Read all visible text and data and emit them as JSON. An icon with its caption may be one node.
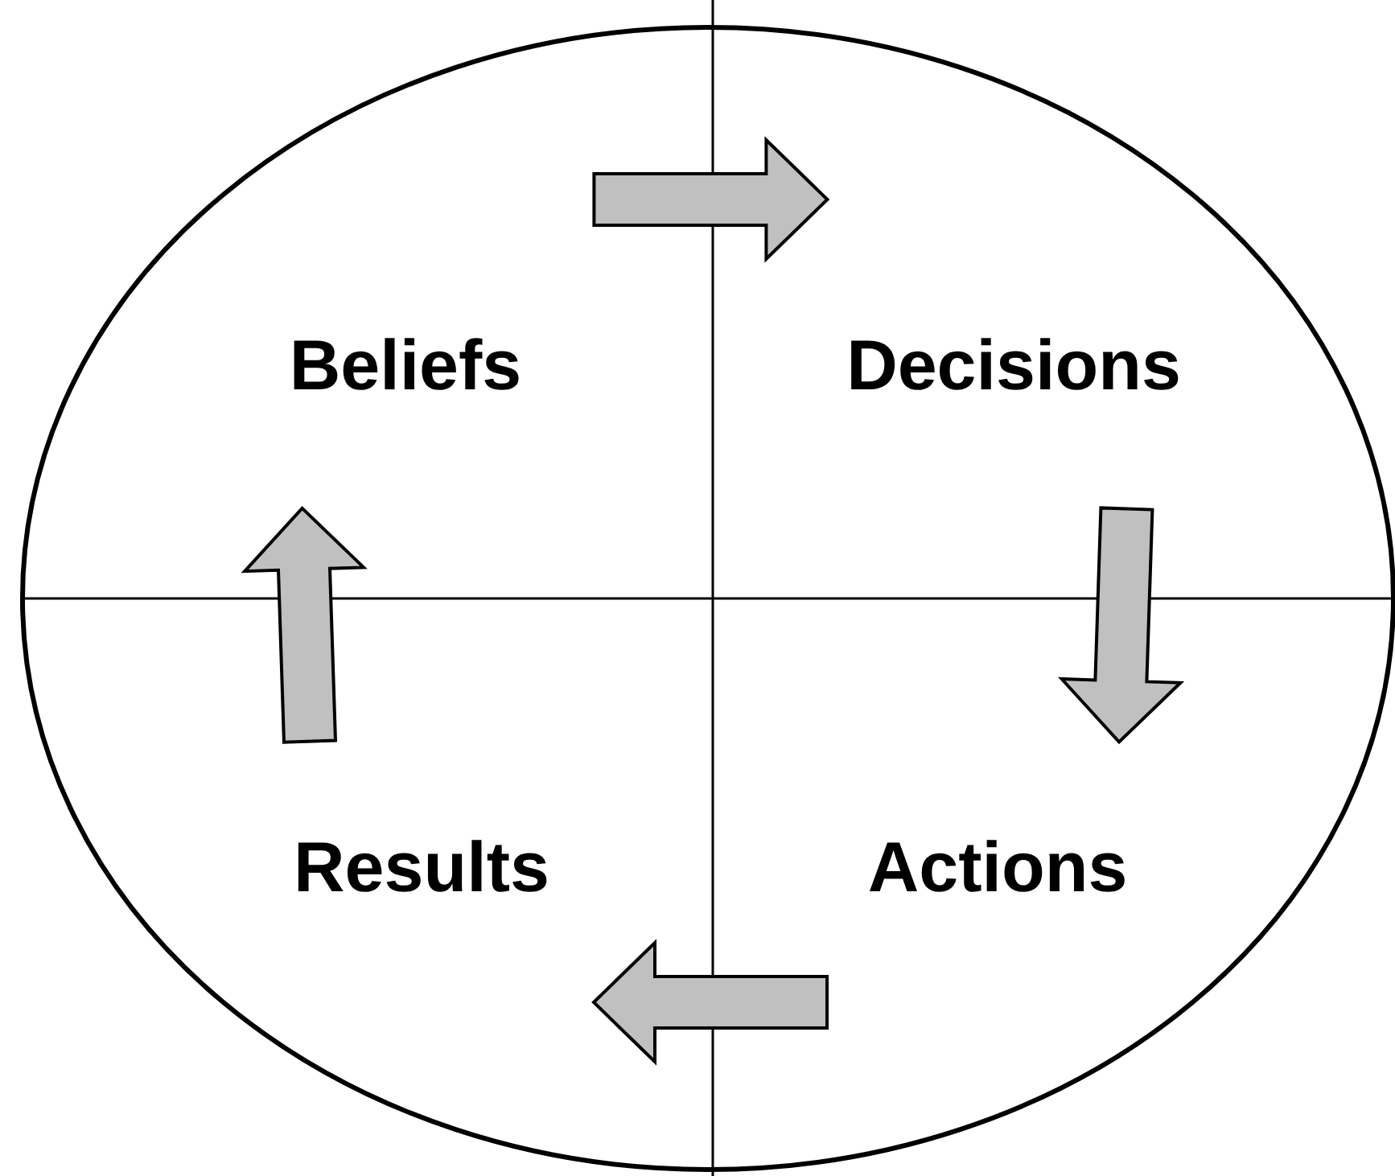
{
  "diagram": {
    "nodes": [
      {
        "text": [
          "Beliefs"
        ]
      },
      {
        "text": [
          "Decisions"
        ]
      },
      {
        "text": [
          "Actions"
        ]
      },
      {
        "text": [
          "Results"
        ]
      }
    ],
    "edges": [
      {
        "from": 0,
        "to": 1,
        "arrow": "to"
      },
      {
        "from": 1,
        "to": 2,
        "arrow": "to"
      },
      {
        "from": 2,
        "to": 3,
        "arrow": "to"
      },
      {
        "from": 3,
        "to": 0,
        "arrow": "to"
      }
    ]
  }
}
